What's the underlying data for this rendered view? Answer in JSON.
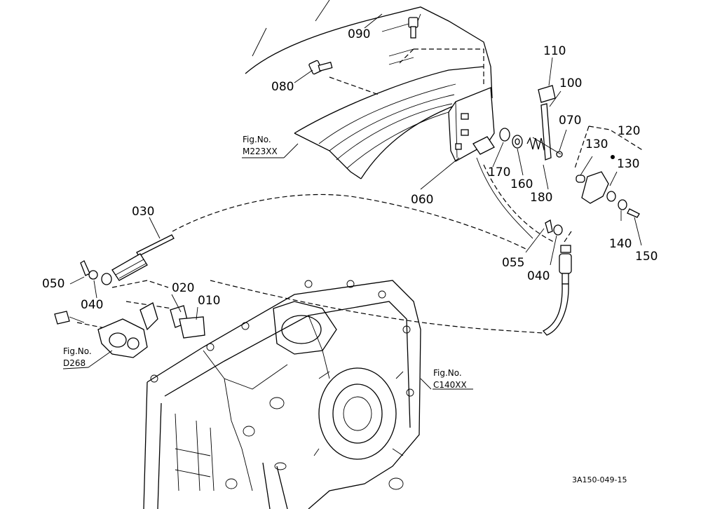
{
  "callouts": {
    "p090": "090",
    "p080": "080",
    "p110": "110",
    "p100": "100",
    "p070": "070",
    "p120": "120",
    "p130a": "130",
    "p130b": "130",
    "p170": "170",
    "p160": "160",
    "p180": "180",
    "p060": "060",
    "p030": "030",
    "p050": "050",
    "p040a": "040",
    "p020": "020",
    "p010": "010",
    "p055": "055",
    "p040b": "040",
    "p140": "140",
    "p150": "150"
  },
  "figure_refs": {
    "m223": {
      "line1": "Fig.No.",
      "line2": "M223XX"
    },
    "d268": {
      "line1": "Fig.No.",
      "line2": "D268"
    },
    "c140": {
      "line1": "Fig.No.",
      "line2": "C140XX"
    }
  },
  "drawing_code": "3A150-049-15"
}
